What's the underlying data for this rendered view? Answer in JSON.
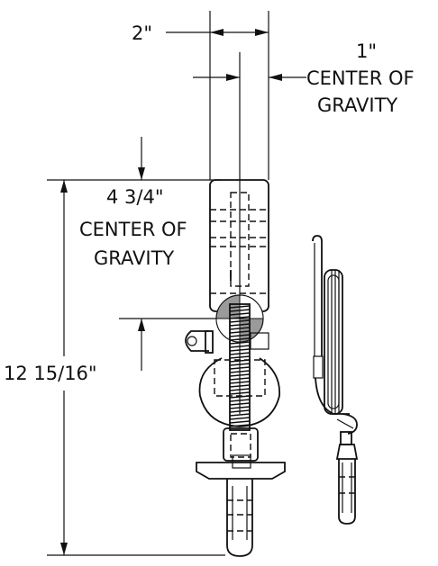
{
  "dimensions": {
    "width_label": "2\"",
    "cg_horizontal_value": "1\"",
    "cg_horizontal_line1": "CENTER OF",
    "cg_horizontal_line2": "GRAVITY",
    "cg_vertical_value": "4 3/4\"",
    "cg_vertical_line1": "CENTER OF",
    "cg_vertical_line2": "GRAVITY",
    "overall_height_label": "12 15/16\""
  },
  "colors": {
    "line": "#111111",
    "cg_marker": "#9a9a9a",
    "background": "#ffffff"
  }
}
